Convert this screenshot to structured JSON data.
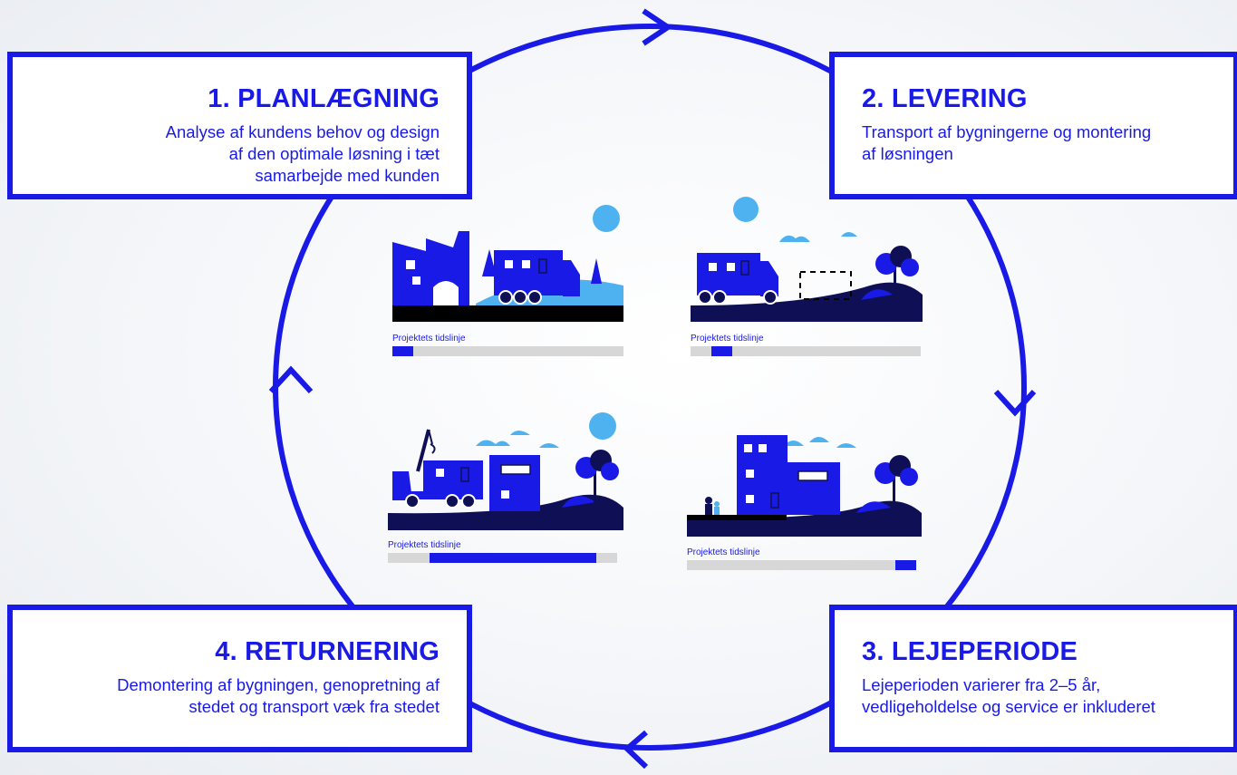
{
  "colors": {
    "brand_blue": "#1a1ae6",
    "dark_navy": "#0f0f55",
    "light_blue": "#4fb2f0",
    "track_gray": "#d7d7d7"
  },
  "steps": [
    {
      "title": "1. PLANLÆGNING",
      "lines": [
        "Analyse af kundens behov og design",
        "af den optimale løsning i tæt",
        "samarbejde med kunden"
      ]
    },
    {
      "title": "2. LEVERING",
      "lines": [
        "Transport af bygningerne og montering",
        "af løsningen"
      ]
    },
    {
      "title": "3. LEJEPERIODE",
      "lines": [
        "Lejeperioden varierer fra 2–5 år,",
        "vedligeholdelse og service er inkluderet"
      ]
    },
    {
      "title": "4. RETURNERING",
      "lines": [
        "Demontering af bygningen, genopretning af",
        "stedet og transport væk fra stedet"
      ]
    }
  ],
  "scenes": [
    {
      "timeline_label": "Projektets tidslinje",
      "progress_start": 0.0,
      "progress_end": 0.09
    },
    {
      "timeline_label": "Projektets tidslinje",
      "progress_start": 0.09,
      "progress_end": 0.18
    },
    {
      "timeline_label": "Projektets tidslinje",
      "progress_start": 0.18,
      "progress_end": 0.91
    },
    {
      "timeline_label": "Projektets tidslinje",
      "progress_start": 0.91,
      "progress_end": 1.0
    }
  ],
  "icons": {
    "cycle": "cycle-arrows-icon",
    "factory": "factory-icon",
    "truck": "truck-icon",
    "crane": "crane-icon",
    "building": "building-icon",
    "tree": "tree-icon",
    "sun": "sun-icon",
    "cloud": "cloud-icon",
    "people": "people-icon"
  }
}
